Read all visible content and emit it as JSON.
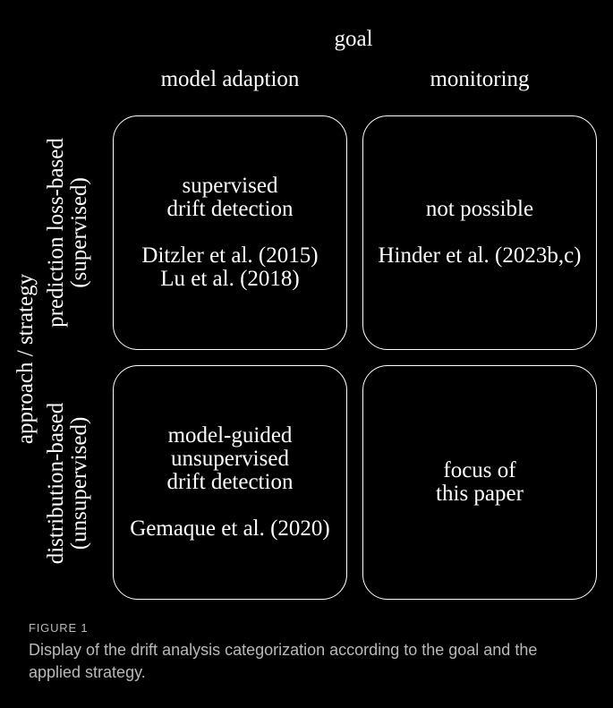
{
  "diagram": {
    "goal_label": "goal",
    "columns": [
      {
        "label": "model adaption"
      },
      {
        "label": "monitoring"
      }
    ],
    "axis_label": "approach / strategy",
    "rows": [
      {
        "label_line1": "prediction loss-based",
        "label_line2": "(supervised)"
      },
      {
        "label_line1": "distribution-based",
        "label_line2": "(unsupervised)"
      }
    ],
    "cells": {
      "r1c1": {
        "title": [
          "supervised",
          "drift detection"
        ],
        "refs": [
          "Ditzler et al. (2015)",
          "Lu et al. (2018)"
        ]
      },
      "r1c2": {
        "title": [
          "not possible"
        ],
        "refs": [
          "Hinder et al. (2023b,c)"
        ]
      },
      "r2c1": {
        "title": [
          "model-guided",
          "unsupervised",
          "drift detection"
        ],
        "refs": [
          "Gemaque et al. (2020)"
        ]
      },
      "r2c2": {
        "title": [
          "focus of",
          "this paper"
        ]
      }
    }
  },
  "caption": {
    "label": "FIGURE 1",
    "text": "Display of the drift analysis categorization according to the goal and the applied strategy."
  },
  "colors": {
    "background": "#000000",
    "foreground": "#ffffff",
    "caption": "#b9b9b9"
  }
}
